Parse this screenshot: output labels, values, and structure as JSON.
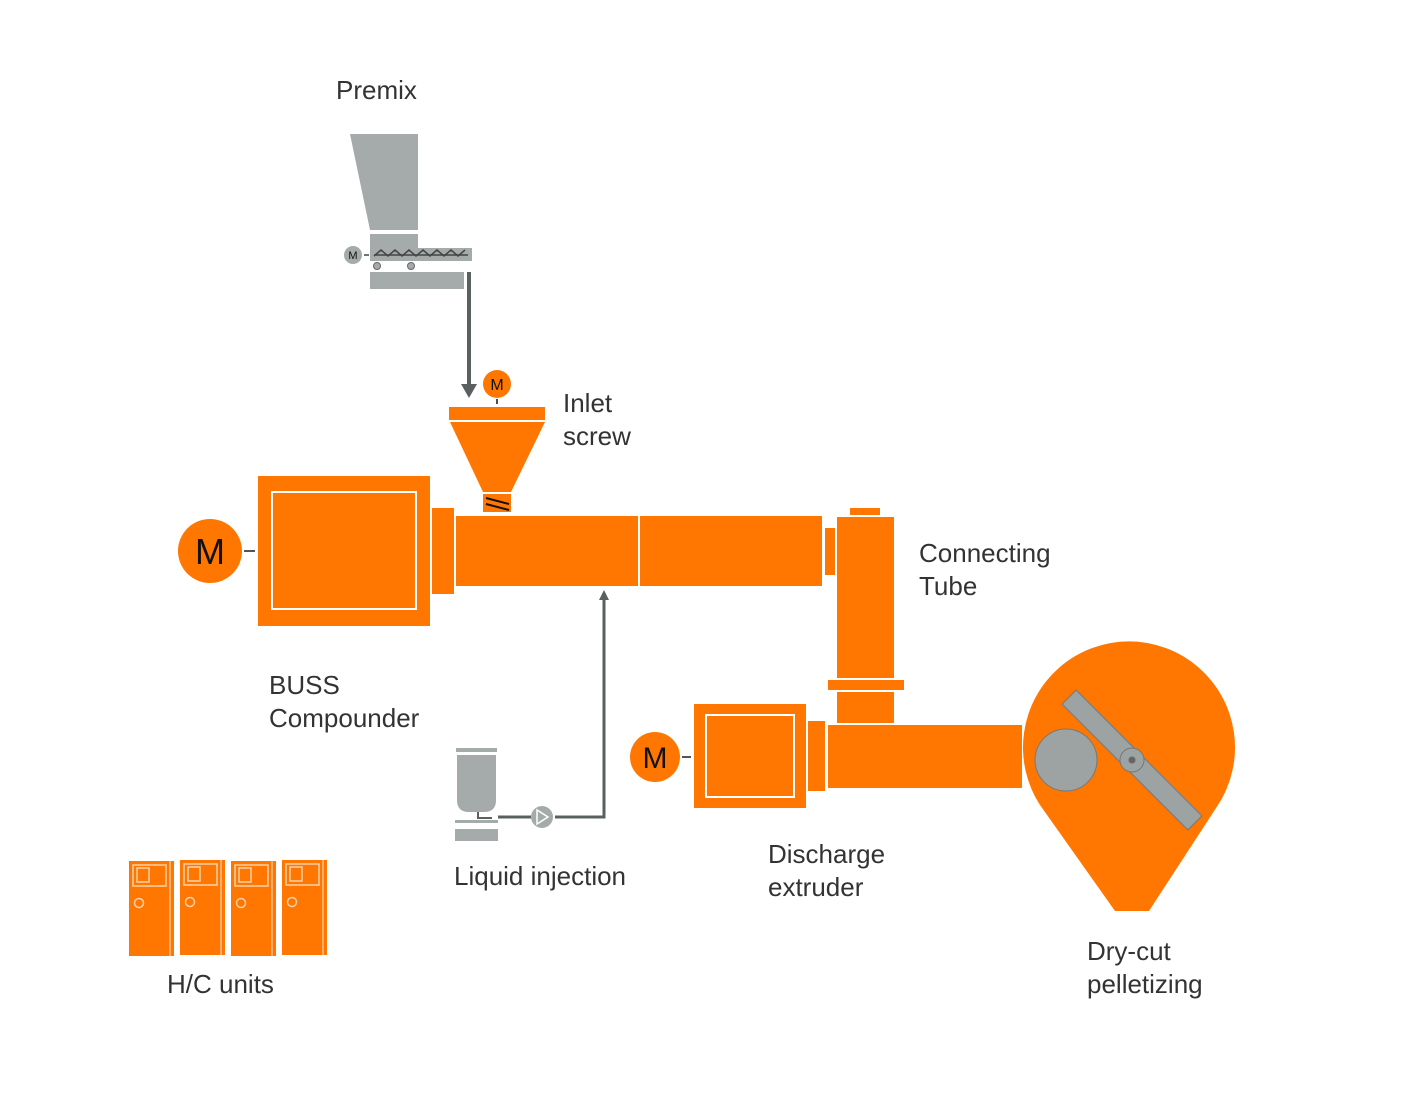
{
  "colors": {
    "equipment": "#FF7700",
    "feeder": "#A5ABAA",
    "flow_line": "#5A6060",
    "text": "#333333"
  },
  "labels": {
    "premix": "Premix",
    "inlet_screw": "Inlet\nscrew",
    "connecting_tube": "Connecting\nTube",
    "buss_compounder": "BUSS\nCompounder",
    "liquid_injection": "Liquid injection",
    "discharge_extruder": "Discharge\nextruder",
    "hc_units": "H/C units",
    "dry_cut_pelletizing": "Dry-cut\npelletizing"
  },
  "motor_label": "M"
}
